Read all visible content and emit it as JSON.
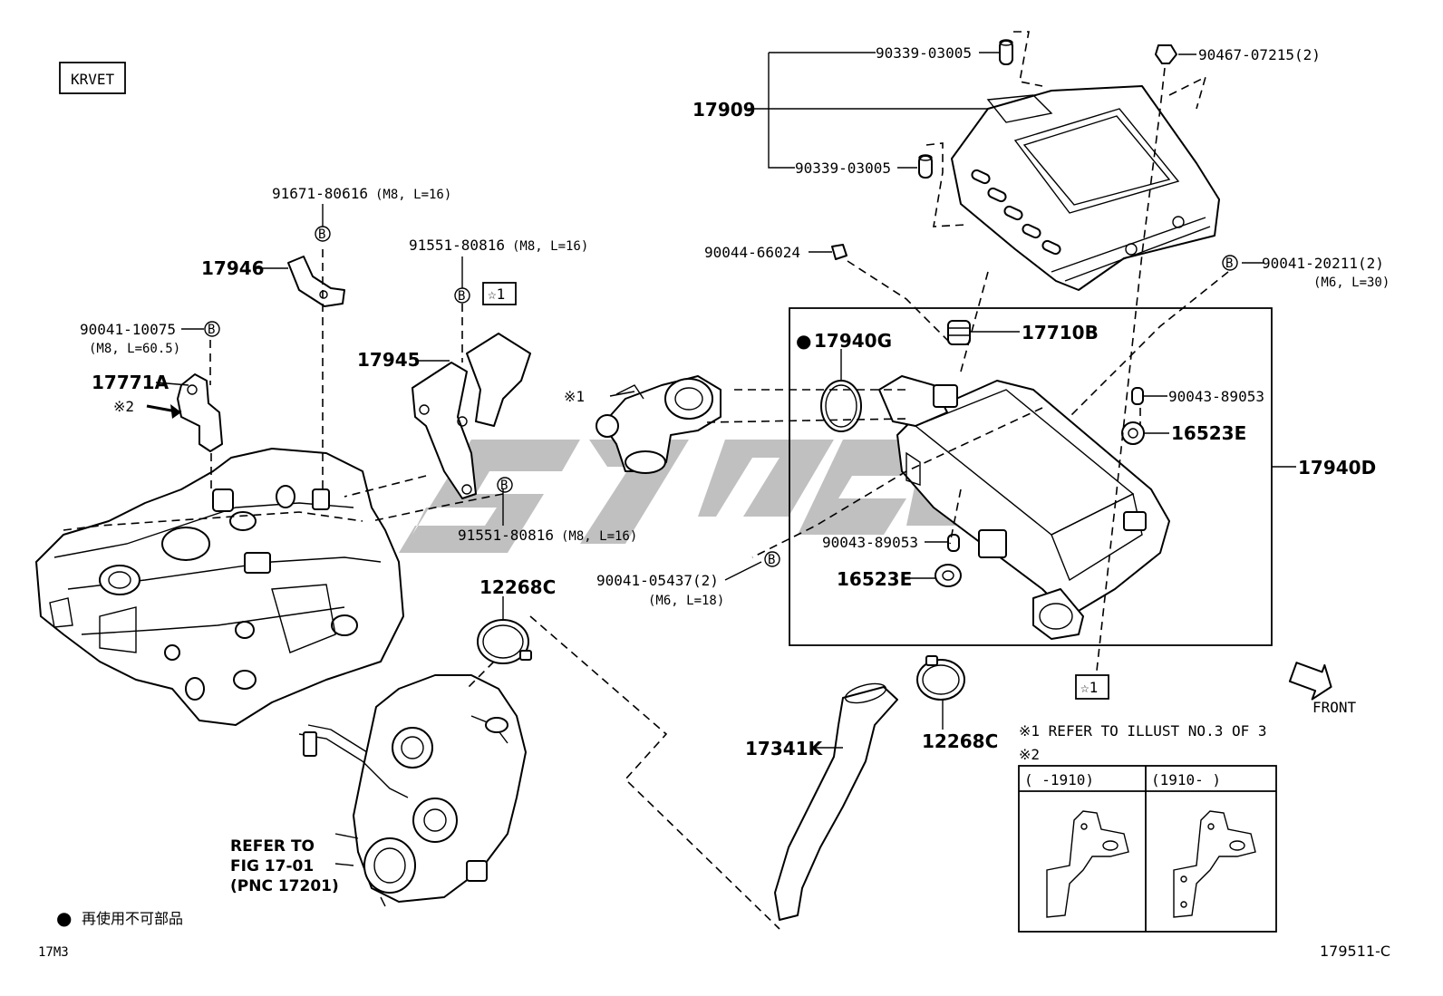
{
  "model_code": "KRVET",
  "figure_code": "17M3",
  "illustration_id": "179511-C",
  "legend_note": "再使用不可部品",
  "front_label": "FRONT",
  "notes": {
    "note1": "※1  REFER TO ILLUST NO.3 OF 3",
    "note2": "※2",
    "col_a": "(     -1910)",
    "col_b": "(1910-     )"
  },
  "refer": {
    "line1": "REFER TO",
    "line2": "FIG 17-01",
    "line3": "(PNC 17201)"
  },
  "markers": {
    "b": "B",
    "star1": "☆1",
    "ref1": "※1",
    "ref2": "※2",
    "bullet": "●"
  },
  "parts": {
    "p90339a": "90339-03005",
    "p90339b": "90339-03005",
    "p17909": "17909",
    "p90467": "90467-07215(2)",
    "p91671": "91671-80616",
    "p91671_spec": "(M8, L=16)",
    "p17946": "17946",
    "p91551a": "91551-80816",
    "p91551a_spec": "(M8, L=16)",
    "p90044": "90044-66024",
    "p90041_20211": "90041-20211(2)",
    "p90041_20211_spec": "(M6, L=30)",
    "p90041_10075": "90041-10075",
    "p90041_10075_spec": "(M8, L=60.5)",
    "p17771a": "17771A",
    "p17945": "17945",
    "p17940g": "17940G",
    "p17710b": "17710B",
    "p90043a": "90043-89053",
    "p16523ea": "16523E",
    "p17940d": "17940D",
    "p91551b": "91551-80816",
    "p91551b_spec": "(M8, L=16)",
    "p90043b": "90043-89053",
    "p90041_05437": "90041-05437(2)",
    "p90041_05437_spec": "(M6, L=18)",
    "p16523eb": "16523E",
    "p12268ca": "12268C",
    "p12268cb": "12268C",
    "p17341k": "17341K"
  }
}
